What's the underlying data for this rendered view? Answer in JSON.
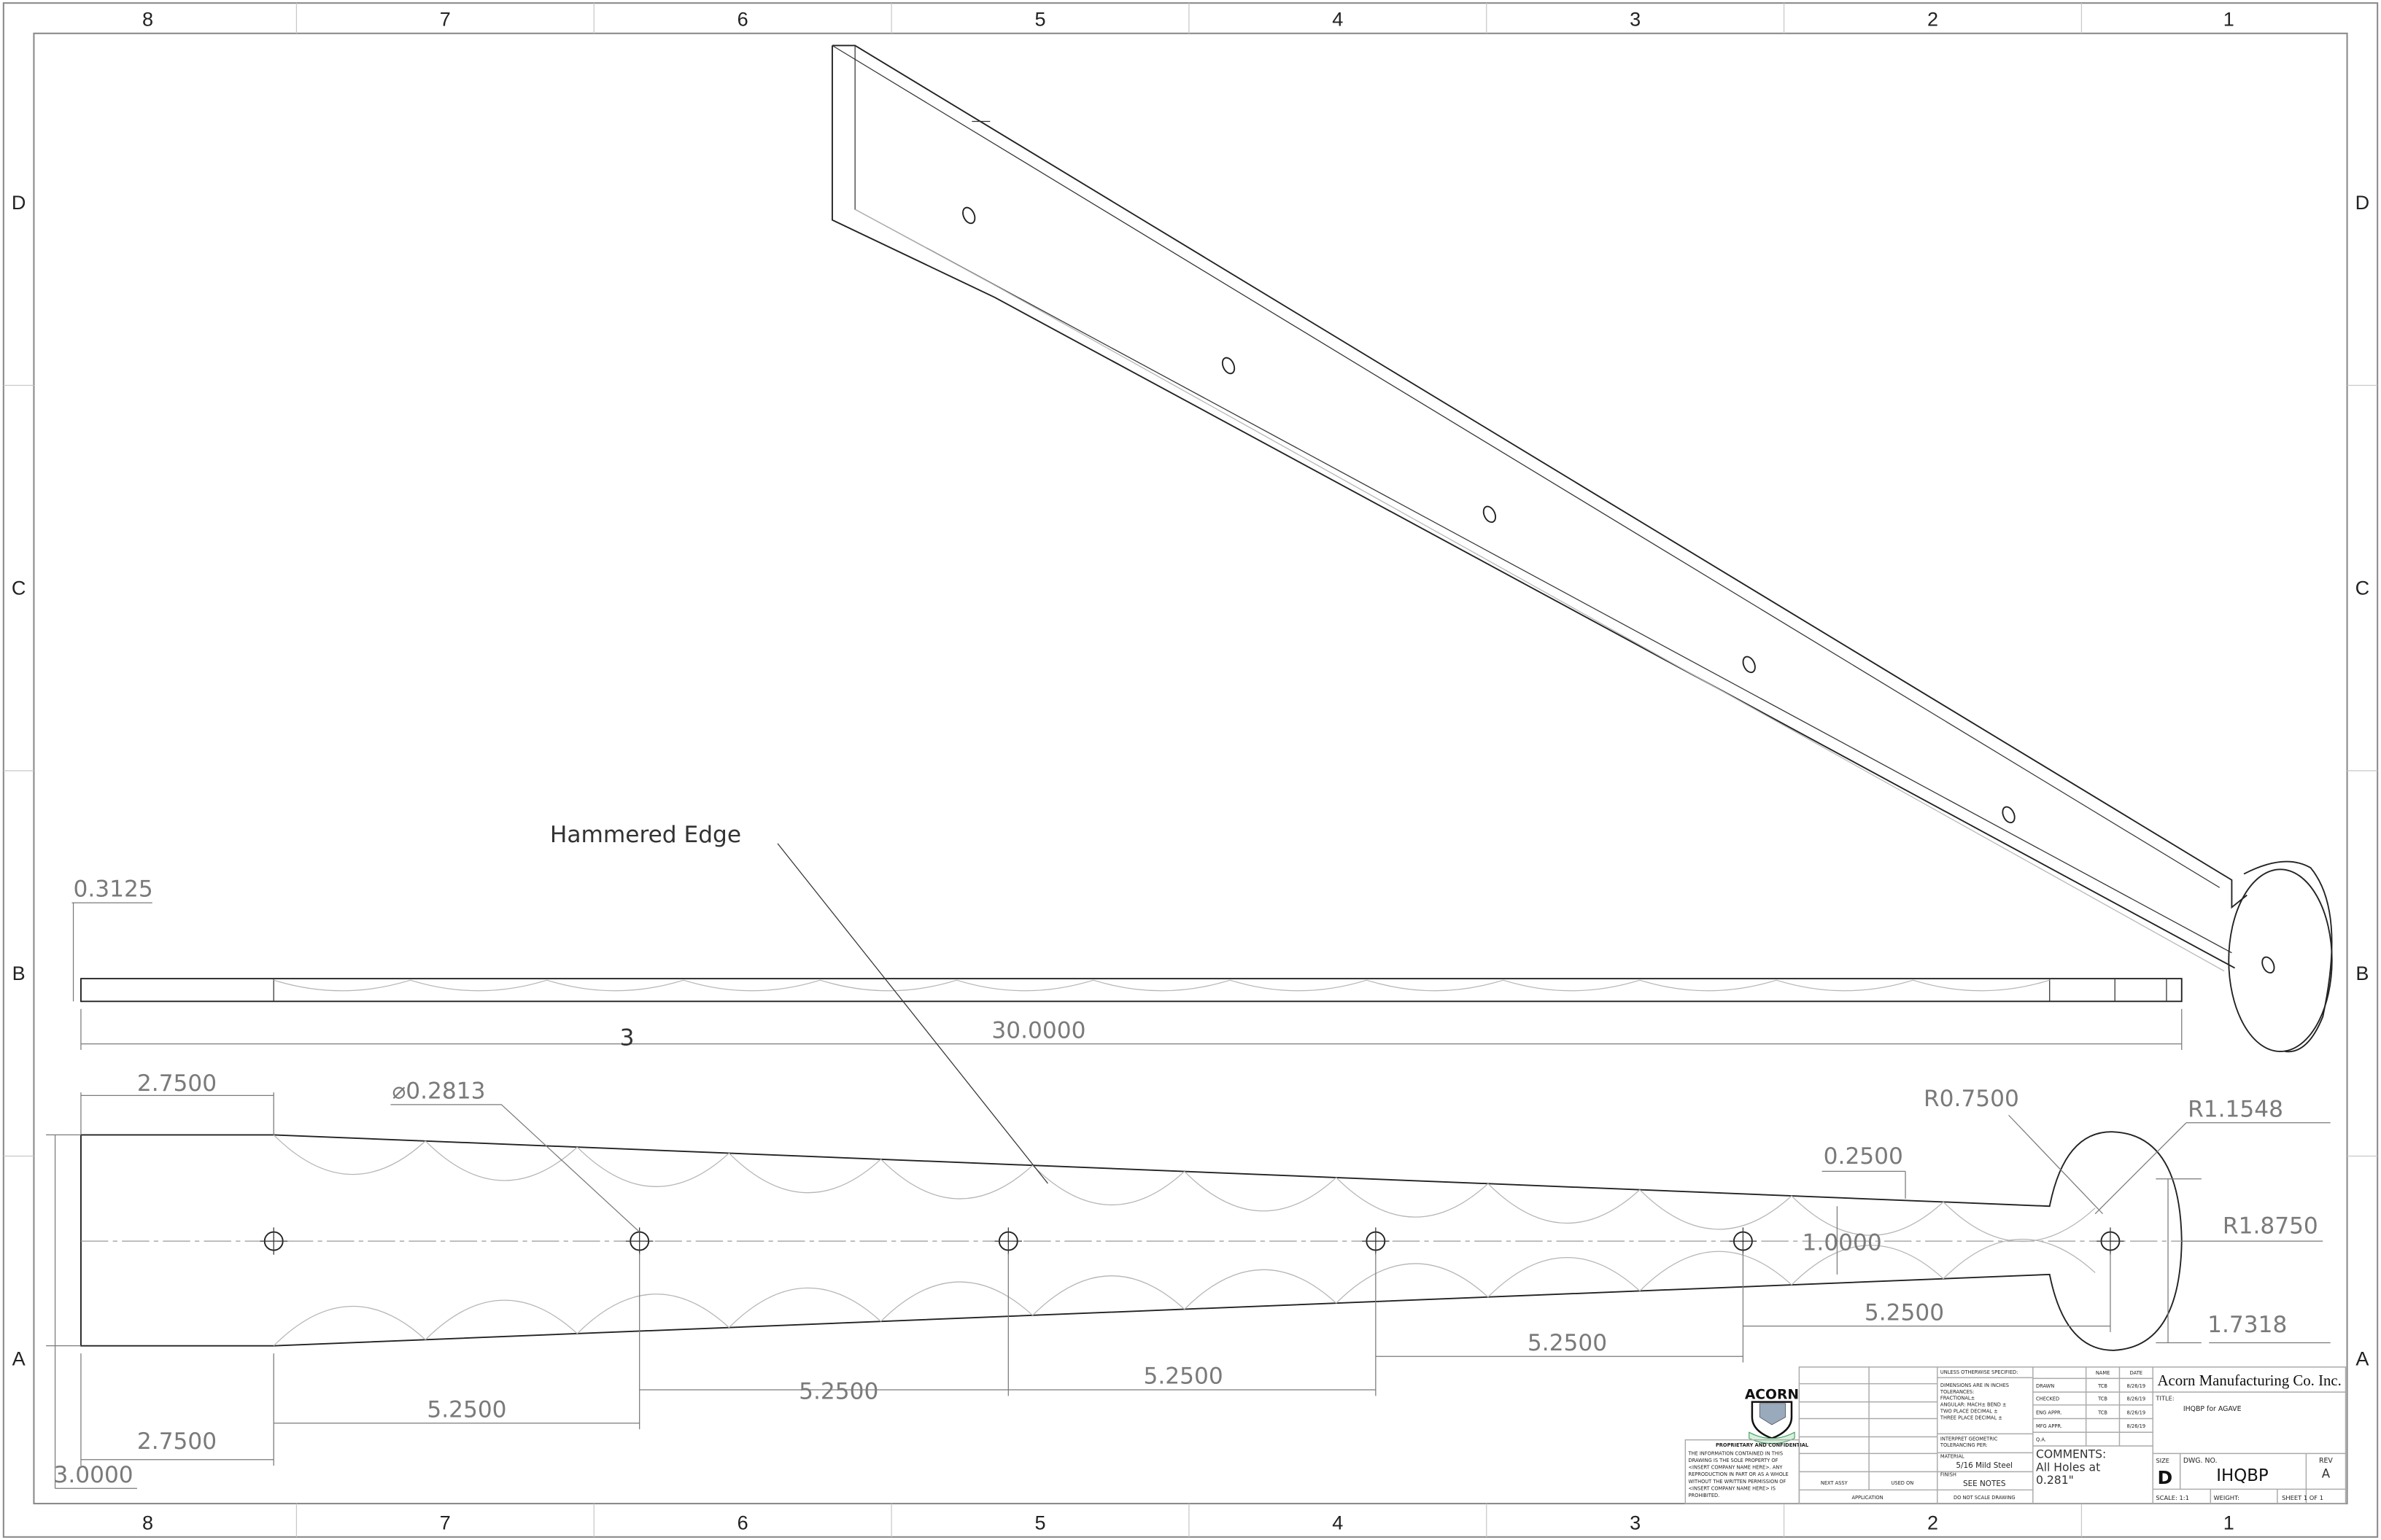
{
  "border": {
    "columns": [
      "8",
      "7",
      "6",
      "5",
      "4",
      "3",
      "2",
      "1"
    ],
    "rows": [
      "D",
      "C",
      "B",
      "A"
    ]
  },
  "side_view": {
    "thickness": "0.3125",
    "length": "30.0000",
    "stray_label": "3"
  },
  "top_view": {
    "callout": "Hammered Edge",
    "dims": {
      "end_length_top": "2.7500",
      "hole_dia": "⌀0.2813",
      "r_small": "R0.7500",
      "r_mid": "R1.1548",
      "neck_offset": "0.2500",
      "neck_width": "1.0000",
      "r_disc": "R1.8750",
      "spacing_5": "5.2500",
      "disc_chord": "1.7318",
      "spacing_4": "5.2500",
      "spacing_3": "5.2500",
      "spacing_2": "5.2500",
      "spacing_1": "5.2500",
      "end_length_bottom": "2.7500",
      "width": "3.0000"
    }
  },
  "title_block": {
    "logo_text": "ACORN",
    "proprietary": {
      "heading": "PROPRIETARY AND CONFIDENTIAL",
      "lines": [
        "THE INFORMATION CONTAINED IN THIS",
        "DRAWING IS THE SOLE PROPERTY OF",
        "<INSERT COMPANY NAME HERE>.  ANY",
        "REPRODUCTION IN PART OR AS A WHOLE",
        "WITHOUT THE WRITTEN PERMISSION OF",
        "<INSERT COMPANY NAME HERE> IS",
        "PROHIBITED."
      ]
    },
    "next_assy": "NEXT ASSY",
    "used_on": "USED ON",
    "application": "APPLICATION",
    "unless": "UNLESS OTHERWISE SPECIFIED:",
    "tolerances": [
      "DIMENSIONS ARE IN INCHES",
      "TOLERANCES:",
      "FRACTIONAL±",
      "ANGULAR: MACH±    BEND ±",
      "TWO PLACE DECIMAL   ±",
      "THREE PLACE DECIMAL  ±"
    ],
    "interpret": [
      "INTERPRET GEOMETRIC",
      "TOLERANCING PER:"
    ],
    "material_label": "MATERIAL",
    "material": "5/16 Mild Steel",
    "finish_label": "FINISH",
    "finish": "SEE NOTES",
    "do_not_scale": "DO NOT SCALE DRAWING",
    "approvals": {
      "name_header": "NAME",
      "date_header": "DATE",
      "rows": [
        {
          "label": "DRAWN",
          "name": "TCB",
          "date": "8/26/19"
        },
        {
          "label": "CHECKED",
          "name": "TCB",
          "date": "8/26/19"
        },
        {
          "label": "ENG APPR.",
          "name": "TCB",
          "date": "8/26/19"
        },
        {
          "label": "MFG APPR.",
          "name": "",
          "date": "8/26/19"
        },
        {
          "label": "Q.A.",
          "name": "",
          "date": ""
        }
      ]
    },
    "comments": [
      "COMMENTS:",
      "All Holes at",
      "0.281\""
    ],
    "company": "Acorn Manufacturing Co. Inc.",
    "title_label": "TITLE:",
    "title": "IHQBP for AGAVE",
    "size_label": "SIZE",
    "size": "D",
    "dwg_no_label": "DWG.  NO.",
    "dwg_no": "IHQBP",
    "rev_label": "REV",
    "rev": "A",
    "scale": "SCALE: 1:1",
    "weight": "WEIGHT:",
    "sheet": "SHEET 1 OF 1"
  }
}
